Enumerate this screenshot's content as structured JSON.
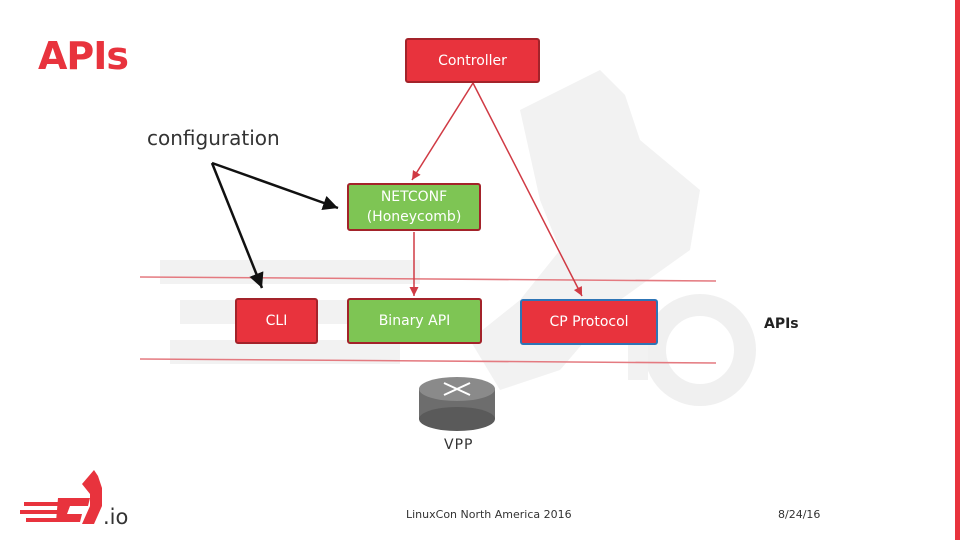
{
  "slide": {
    "title": "APIs",
    "config_label": "configuration",
    "apis_label": "APIs",
    "vpp_label": "VPP",
    "footer_text": "LinuxCon North America 2016",
    "footer_date": "8/24/16",
    "logo_suffix": ".io"
  },
  "nodes": {
    "controller": "Controller",
    "netconf_line1": "NETCONF",
    "netconf_line2": "(Honeycomb)",
    "cli": "CLI",
    "binary_api": "Binary API",
    "cp_protocol": "CP Protocol"
  },
  "colors": {
    "accent": "#e8333d",
    "green": "#7ec554",
    "blue_border": "#2e75b6",
    "arrow_black": "#111111"
  },
  "icons": {
    "router": "router-icon",
    "logo": "fd-io-logo"
  }
}
